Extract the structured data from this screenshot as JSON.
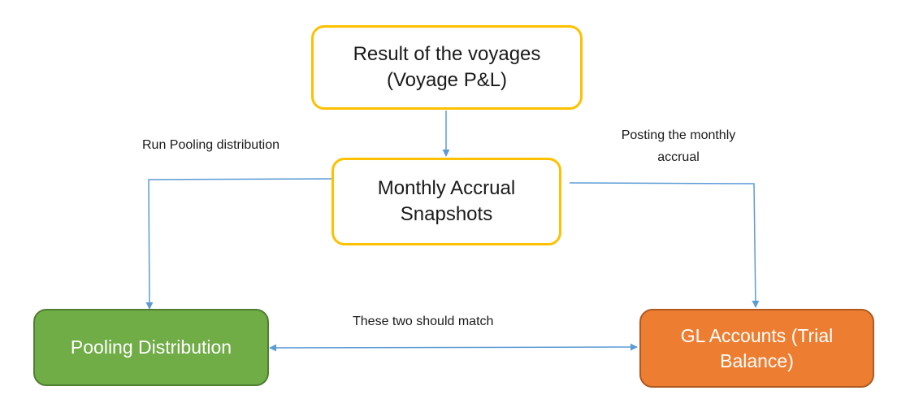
{
  "colors": {
    "connector": "#5b9bd5",
    "node_border_yellow": "#ffc000",
    "pooling_fill": "#70ad47",
    "gl_fill": "#ed7d31"
  },
  "nodes": {
    "voyage_result": {
      "line1": "Result of the voyages",
      "line2": "(Voyage P&L)"
    },
    "monthly_accrual": {
      "line1": "Monthly Accrual",
      "line2": "Snapshots"
    },
    "pooling_distribution": {
      "line1": "Pooling Distribution"
    },
    "gl_accounts": {
      "line1": "GL Accounts (Trial",
      "line2": "Balance)"
    }
  },
  "edge_labels": {
    "run_pooling": "Run Pooling distribution",
    "posting_accrual_line1": "Posting the monthly",
    "posting_accrual_line2": "accrual",
    "should_match": "These two should match"
  }
}
